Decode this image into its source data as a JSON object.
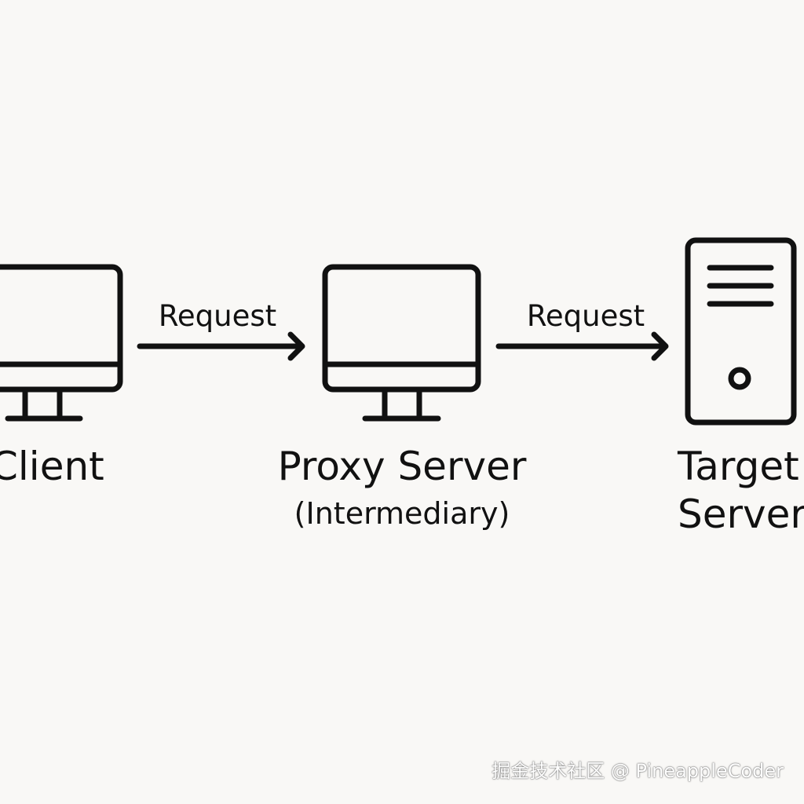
{
  "nodes": {
    "client": {
      "title": "Client",
      "icon": "monitor-icon"
    },
    "proxy": {
      "title": "Proxy Server",
      "subtitle": "(Intermediary)",
      "icon": "monitor-icon"
    },
    "target": {
      "title_line1": "Target",
      "title_line2": "Server",
      "icon": "server-tower-icon"
    }
  },
  "edges": [
    {
      "from": "client",
      "to": "proxy",
      "label": "Request"
    },
    {
      "from": "proxy",
      "to": "target",
      "label": "Request"
    }
  ],
  "watermark": "掘金技术社区 @ PineappleCoder",
  "colors": {
    "background": "#f9f8f6",
    "stroke": "#111111",
    "watermark": "#ffffff"
  }
}
